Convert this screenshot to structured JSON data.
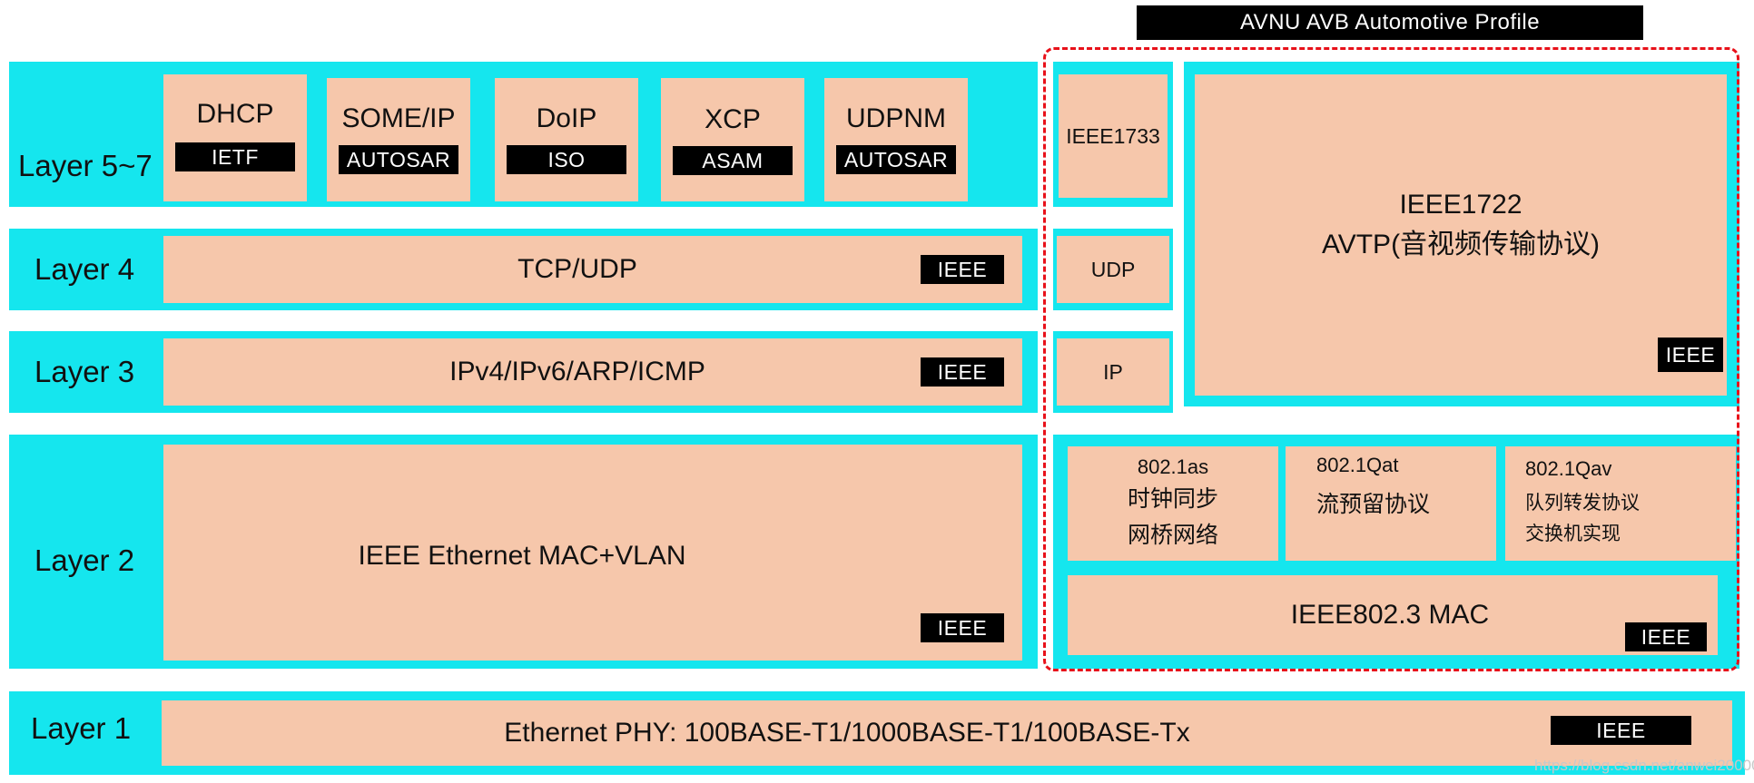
{
  "profile": {
    "title": "AVNU AVB Automotive Profile"
  },
  "layers": {
    "l57": {
      "label": "Layer 5~7",
      "protocols": [
        {
          "name": "DHCP",
          "org": "IETF"
        },
        {
          "name": "SOME/IP",
          "org": "AUTOSAR"
        },
        {
          "name": "DoIP",
          "org": "ISO"
        },
        {
          "name": "XCP",
          "org": "ASAM"
        },
        {
          "name": "UDPNM",
          "org": "AUTOSAR"
        }
      ]
    },
    "l4": {
      "label": "Layer 4",
      "protocol": "TCP/UDP",
      "org": "IEEE"
    },
    "l3": {
      "label": "Layer 3",
      "protocol": "IPv4/IPv6/ARP/ICMP",
      "org": "IEEE"
    },
    "l2": {
      "label": "Layer 2",
      "protocol": "IEEE Ethernet MAC+VLAN",
      "org": "IEEE"
    },
    "l1": {
      "label": "Layer 1",
      "protocol": "Ethernet PHY: 100BASE-T1/1000BASE-T1/100BASE-Tx",
      "org": "IEEE"
    }
  },
  "avb": {
    "ieee1733": "IEEE1733",
    "udp": "UDP",
    "ip": "IP",
    "ieee1722_line1": "IEEE1722",
    "ieee1722_line2": "AVTP(音视频传输协议)",
    "ieee1722_org": "IEEE",
    "s8021as": {
      "code": "802.1as",
      "line1": "时钟同步",
      "line2": "网桥网络"
    },
    "s8021qat": {
      "code": "802.1Qat",
      "line1": "流预留协议"
    },
    "s8021qav": {
      "code": "802.1Qav",
      "line1": "队列转发协议",
      "line2": "交换机实现"
    },
    "mac": "IEEE802.3 MAC",
    "mac_org": "IEEE"
  },
  "watermark": "https://blog.csdn.net/anwei20000",
  "colors": {
    "cyan": "#15e6ee",
    "peach": "#f6c7ab",
    "black": "#000000",
    "red_dash": "#e8111a"
  }
}
